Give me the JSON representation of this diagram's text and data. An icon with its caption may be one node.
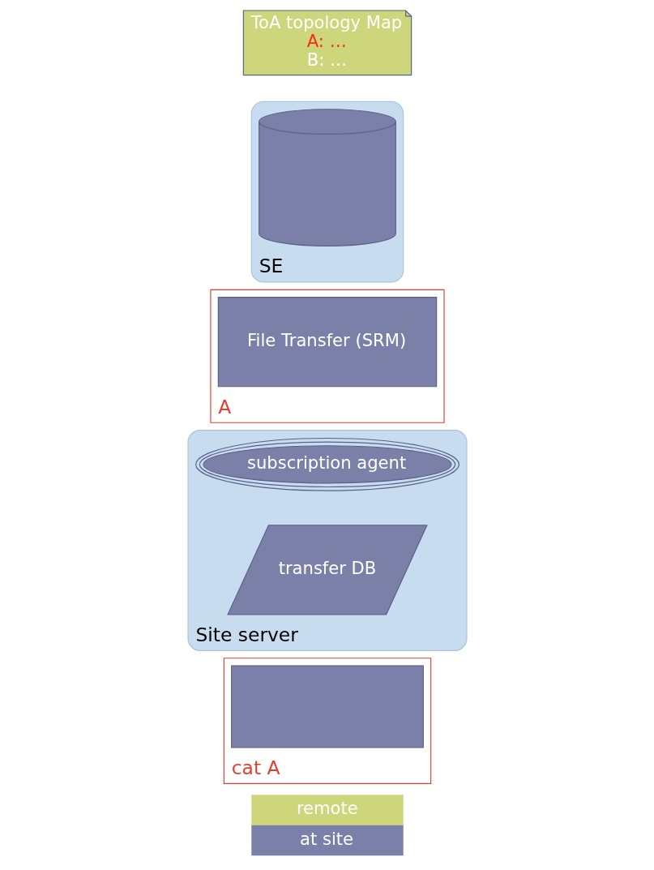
{
  "diagram": {
    "nodes": [
      {
        "text": [
          "ToA topology Map",
          "A: …",
          "B: …"
        ]
      },
      {
        "text": [
          "SE"
        ]
      },
      {
        "text": [],
        "shape": "cylinder",
        "in": 1
      },
      {
        "text": [
          "A"
        ]
      },
      {
        "text": [
          "File Transfer (SRM)"
        ],
        "in": 3
      },
      {
        "text": [
          "Site server"
        ]
      },
      {
        "text": [
          "subscription agent"
        ],
        "in": 5
      },
      {
        "text": [
          "transfer DB"
        ],
        "in": 5
      },
      {
        "text": [
          "cat A"
        ]
      },
      {
        "text": [],
        "shape": "box",
        "in": 8
      }
    ],
    "edges": [],
    "legend": [
      {
        "text": "remote",
        "color": "#cdd67a"
      },
      {
        "text": "at site",
        "color": "#7a80a8"
      }
    ]
  }
}
